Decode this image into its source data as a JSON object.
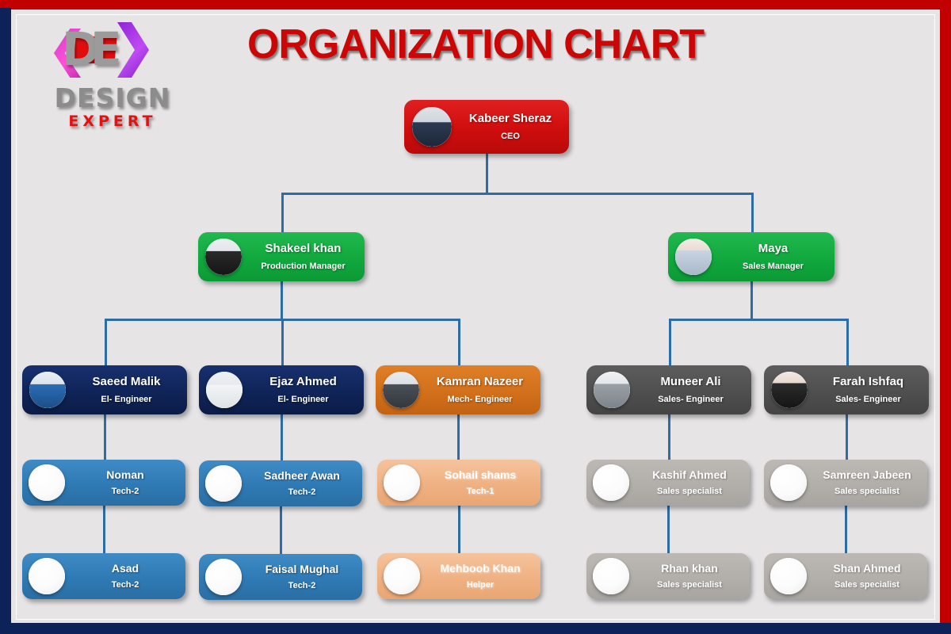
{
  "title": "ORGANIZATION CHART",
  "logo": {
    "mark_letters": "DE",
    "word_primary": "DESIGN",
    "word_secondary": "EXPERT"
  },
  "colors": {
    "background": "#e6e4e5",
    "frame_red": "#c20000",
    "frame_navy": "#0d2259",
    "title_red": "#cc0505",
    "connector_blue": "#2e6ca8",
    "ceo_red": "#cf0d0d",
    "manager_green": "#11a83e",
    "engineer_navy": "#102458",
    "mech_orange": "#d2701b",
    "sales_gray": "#4f4f4f",
    "tech_blue": "#2f7ab4",
    "helper_peach": "#efb183",
    "specialist_silver": "#b2aeaa"
  },
  "chart_data": {
    "type": "diagram",
    "diagram_kind": "organization-chart",
    "levels": 4,
    "nodes": [
      {
        "id": "ceo",
        "name": "Kabeer Sheraz",
        "title": "CEO",
        "level": 0,
        "parent": null,
        "theme": "red",
        "has_photo": true
      },
      {
        "id": "prod_mgr",
        "name": "Shakeel khan",
        "title": "Production Manager",
        "level": 1,
        "parent": "ceo",
        "theme": "green",
        "has_photo": true
      },
      {
        "id": "sales_mgr",
        "name": "Maya",
        "title": "Sales Manager",
        "level": 1,
        "parent": "ceo",
        "theme": "green",
        "has_photo": true
      },
      {
        "id": "eng1",
        "name": "Saeed Malik",
        "title": "El- Engineer",
        "level": 2,
        "parent": "prod_mgr",
        "theme": "navy",
        "has_photo": true
      },
      {
        "id": "eng2",
        "name": "Ejaz Ahmed",
        "title": "El- Engineer",
        "level": 2,
        "parent": "prod_mgr",
        "theme": "navy",
        "has_photo": true
      },
      {
        "id": "eng3",
        "name": "Kamran Nazeer",
        "title": "Mech- Engineer",
        "level": 2,
        "parent": "prod_mgr",
        "theme": "orange",
        "has_photo": true
      },
      {
        "id": "seng1",
        "name": "Muneer Ali",
        "title": "Sales- Engineer",
        "level": 2,
        "parent": "sales_mgr",
        "theme": "gray",
        "has_photo": true
      },
      {
        "id": "seng2",
        "name": "Farah Ishfaq",
        "title": "Sales- Engineer",
        "level": 2,
        "parent": "sales_mgr",
        "theme": "gray",
        "has_photo": true
      },
      {
        "id": "t1",
        "name": "Noman",
        "title": "Tech-2",
        "level": 3,
        "parent": "eng1",
        "theme": "blue",
        "has_photo": false
      },
      {
        "id": "t2",
        "name": "Sadheer Awan",
        "title": "Tech-2",
        "level": 3,
        "parent": "eng2",
        "theme": "blue",
        "has_photo": false
      },
      {
        "id": "t3",
        "name": "Sohail shams",
        "title": "Tech-1",
        "level": 3,
        "parent": "eng3",
        "theme": "peach",
        "has_photo": false
      },
      {
        "id": "t4",
        "name": "Kashif Ahmed",
        "title": "Sales specialist",
        "level": 3,
        "parent": "seng1",
        "theme": "silver",
        "has_photo": false
      },
      {
        "id": "t5",
        "name": "Samreen Jabeen",
        "title": "Sales specialist",
        "level": 3,
        "parent": "seng2",
        "theme": "silver",
        "has_photo": false
      },
      {
        "id": "t6",
        "name": "Asad",
        "title": "Tech-2",
        "level": 4,
        "parent": "t1",
        "theme": "blue",
        "has_photo": false
      },
      {
        "id": "t7",
        "name": "Faisal Mughal",
        "title": "Tech-2",
        "level": 4,
        "parent": "t2",
        "theme": "blue",
        "has_photo": false
      },
      {
        "id": "t8",
        "name": "Mehboob Khan",
        "title": "Helper",
        "level": 4,
        "parent": "t3",
        "theme": "peach",
        "has_photo": false
      },
      {
        "id": "t9",
        "name": "Rhan khan",
        "title": "Sales specialist",
        "level": 4,
        "parent": "t4",
        "theme": "silver",
        "has_photo": false
      },
      {
        "id": "t10",
        "name": "Shan Ahmed",
        "title": "Sales specialist",
        "level": 4,
        "parent": "t5",
        "theme": "silver",
        "has_photo": false
      }
    ]
  }
}
